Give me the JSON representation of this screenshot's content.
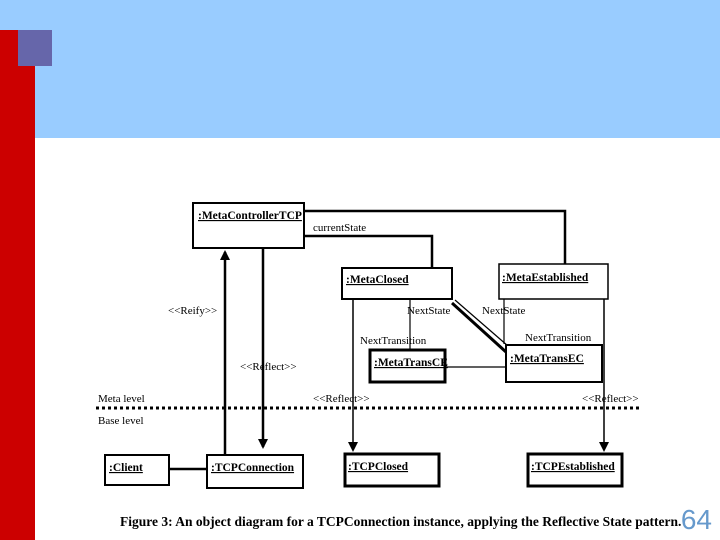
{
  "slide": {
    "page_number": "64",
    "colors": {
      "header": "#99ccff",
      "side_bar": "#cc0000",
      "accent_square": "#6666aa",
      "page_number": "#6699cc"
    }
  },
  "diagram": {
    "objects": {
      "meta_controller": ":MetaControllerTCP",
      "meta_closed": ":MetaClosed",
      "meta_established": ":MetaEstablished",
      "meta_trans_ce": ":MetaTransCE",
      "meta_trans_ec": ":MetaTransEC",
      "client": ":Client",
      "tcp_connection": ":TCPConnection",
      "tcp_closed": ":TCPClosed",
      "tcp_established": ":TCPEstablished"
    },
    "labels": {
      "current_state": "currentState",
      "reify": "<<Reify>>",
      "reflect_left": "<<Reflect>>",
      "reflect_mid": "<<Reflect>>",
      "reflect_right": "<<Reflect>>",
      "next_state_1": "NextState",
      "next_state_2": "NextState",
      "next_transition_1": "NextTransition",
      "next_transition_2": "NextTransition",
      "meta_level": "Meta level",
      "base_level": "Base level"
    },
    "caption": "Figure 3: An object diagram for a TCPConnection instance, applying the Reflective State pattern."
  }
}
